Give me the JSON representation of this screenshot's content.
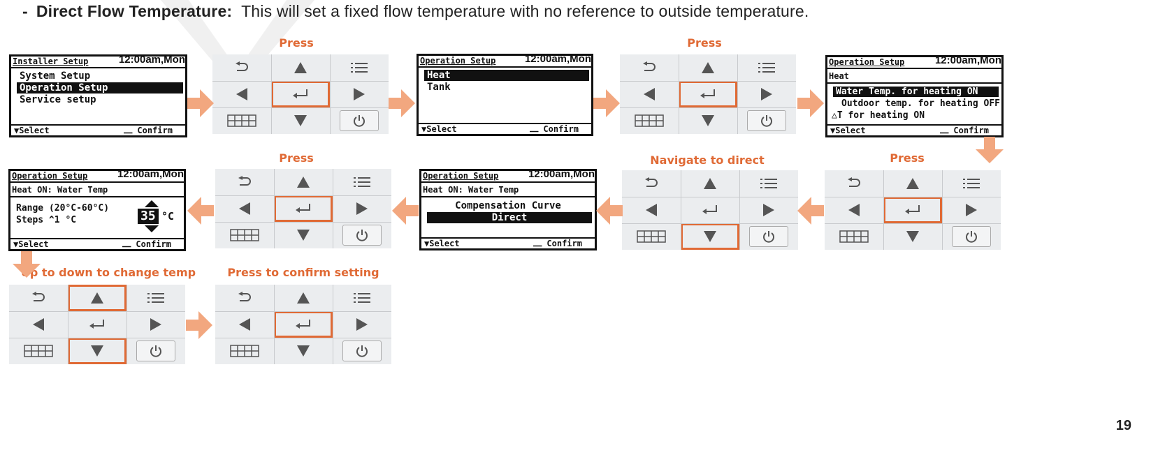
{
  "heading": {
    "dash": "-",
    "bold": "Direct Flow Temperature:",
    "text": "This will set a fixed flow temperature with no reference to outside temperature."
  },
  "labels": {
    "press1": "Press",
    "press2": "Press",
    "press3": "Press",
    "press4": "Press",
    "navigate": "Navigate to direct",
    "updown": "Up to down to change temp",
    "confirm": "Press to confirm setting"
  },
  "clock": "12:00am,Mon",
  "footer": {
    "select": "▼Select",
    "confirm": "⎼ Confirm"
  },
  "screens": {
    "s1": {
      "header": "Installer Setup",
      "items": [
        "System Setup",
        "Operation Setup",
        "Service setup"
      ]
    },
    "s2": {
      "header": "Operation Setup",
      "items": [
        "Heat",
        "Tank"
      ]
    },
    "s3": {
      "header": "Operation Setup",
      "sub": "Heat",
      "items": [
        "Water Temp. for heating ON",
        "Outdoor temp. for heating OFF",
        "△T for heating ON"
      ]
    },
    "s4": {
      "header": "Operation Setup",
      "sub": "Heat ON: Water Temp",
      "items": [
        "Compensation Curve",
        "Direct"
      ]
    },
    "s5": {
      "header": "Operation Setup",
      "sub": "Heat ON: Water Temp",
      "range": "Range (20°C-60°C)",
      "steps": "Steps ^1 °C",
      "value": "35",
      "unit": "°C"
    }
  },
  "keypad_icons": [
    "back-icon",
    "up-icon",
    "menu-icon",
    "left-icon",
    "enter-icon",
    "right-icon",
    "grid-icon",
    "down-icon",
    "power-icon"
  ],
  "colors": {
    "accent": "#e06a35",
    "arrow": "#f2a77f"
  },
  "page_number": "19"
}
